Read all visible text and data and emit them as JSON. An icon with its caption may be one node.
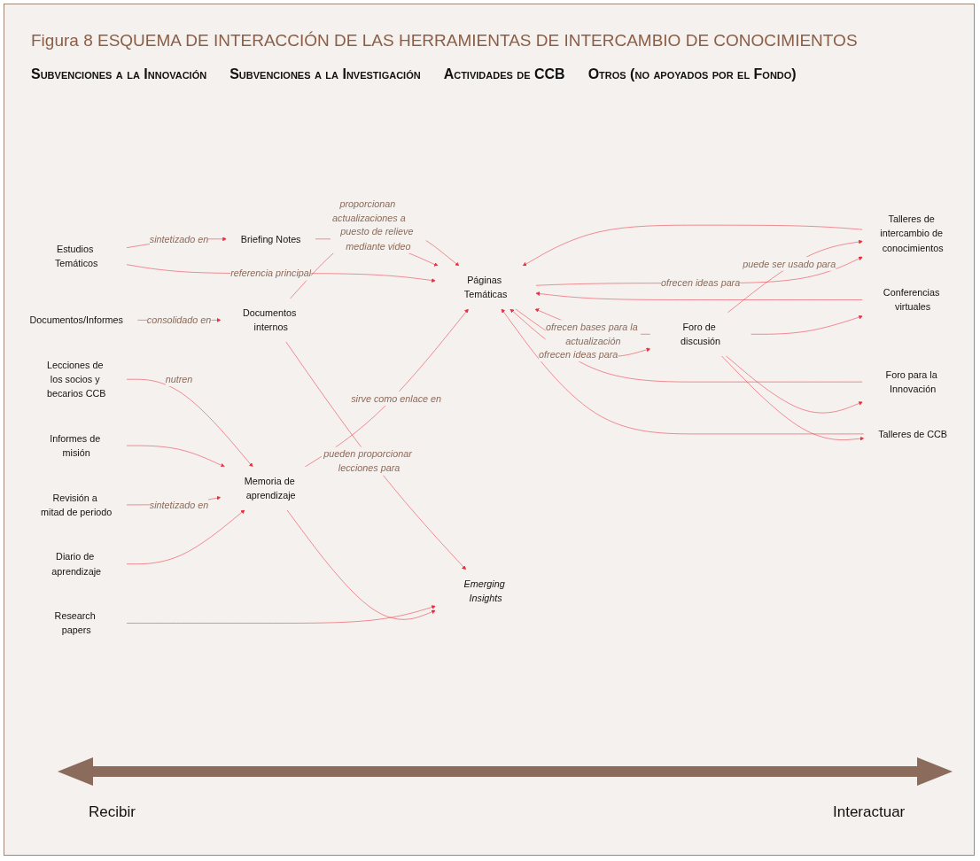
{
  "diagram": {
    "title": "Figura 8 ESQUEMA DE INTERACCIÓN DE LAS HERRAMIENTAS DE INTERCAMBIO DE CONOCIMIENTOS",
    "nodes": [
      {
        "text": [
          "Diario de aprendizaje"
        ]
      },
      {
        "text": [
          "Revisión a mitad de periodo"
        ]
      },
      {
        "text": [
          "Informes de misión"
        ]
      },
      {
        "text": [
          "Memoria de aprendizaje"
        ]
      },
      {
        "text": [
          "Páginas Temáticas"
        ]
      },
      {
        "text": [
          "Foro de discusión"
        ]
      },
      {
        "text": [
          "Emerging Insights"
        ]
      },
      {
        "text": [
          "Talleres de intercambio de conocimientos"
        ]
      },
      {
        "text": [
          "Conferencias virtuales"
        ]
      },
      {
        "text": [
          "Research papers"
        ]
      },
      {
        "text": [
          "Estudios Temáticos"
        ]
      },
      {
        "text": [
          "Briefing Notes"
        ]
      },
      {
        "text": [
          "Foro para la Innovación"
        ]
      },
      {
        "text": [
          "Talleres de CCB"
        ]
      },
      {
        "text": [
          "Lecciones de los socios y becarios CCB"
        ]
      },
      {
        "text": [
          "Documentos/Informes"
        ]
      },
      {
        "text": [
          "Documentos internos"
        ]
      }
    ],
    "edges": [
      {
        "from": 0,
        "to": 3,
        "arrow": "to"
      },
      {
        "from": 1,
        "to": 3,
        "arrow": "to",
        "label": "sintetizado en"
      },
      {
        "from": 2,
        "to": 3,
        "arrow": "to"
      },
      {
        "from": 3,
        "to": 4,
        "arrow": "to",
        "label": "sirve como enlace en"
      },
      {
        "from": 3,
        "to": 6,
        "arrow": "to"
      },
      {
        "from": 4,
        "to": 5,
        "arrow": "to",
        "label": "ofrecen ideas para"
      },
      {
        "from": 4,
        "to": 7,
        "arrow": "to",
        "label": "ofrecen ideas para"
      },
      {
        "from": 5,
        "to": 7,
        "arrow": "to",
        "label": "puede ser usado para"
      },
      {
        "from": 5,
        "to": 8,
        "arrow": "to"
      },
      {
        "from": 5,
        "to": 12,
        "arrow": "to"
      },
      {
        "from": 5,
        "to": 13,
        "arrow": "to"
      },
      {
        "from": 5,
        "to": 4,
        "arrow": "to",
        "label": "ofrecen bases para la actualización"
      },
      {
        "from": 7,
        "to": 4,
        "arrow": "to"
      },
      {
        "from": 8,
        "to": 4,
        "arrow": "to"
      },
      {
        "from": 12,
        "to": 4,
        "arrow": "to"
      },
      {
        "from": 13,
        "to": 4,
        "arrow": "to"
      },
      {
        "from": 9,
        "to": 6,
        "arrow": "to"
      },
      {
        "from": 10,
        "to": 4,
        "arrow": "to",
        "label": "referencia principal"
      },
      {
        "from": 10,
        "to": 11,
        "arrow": "to",
        "label": "sintetizado en"
      },
      {
        "from": 11,
        "to": 4,
        "arrow": "to",
        "label": "puesto de relieve mediante video"
      },
      {
        "from": 14,
        "to": 3,
        "arrow": "to",
        "label": "nutren"
      },
      {
        "from": 15,
        "to": 16,
        "arrow": "to",
        "label": "consolidado en"
      },
      {
        "from": 16,
        "to": 6,
        "arrow": "to",
        "label": "pueden proporcionar lecciones para"
      },
      {
        "from": 16,
        "to": 4,
        "arrow": "to",
        "label": "proporcionan actualizaciones a"
      }
    ],
    "labels": [
      "Subvenciones a la Innovación",
      "Subvenciones a la Investigación",
      "Actividades de CCB",
      "Otros (no apoyados por el Fondo)",
      "Recibir",
      "Interactuar"
    ]
  }
}
